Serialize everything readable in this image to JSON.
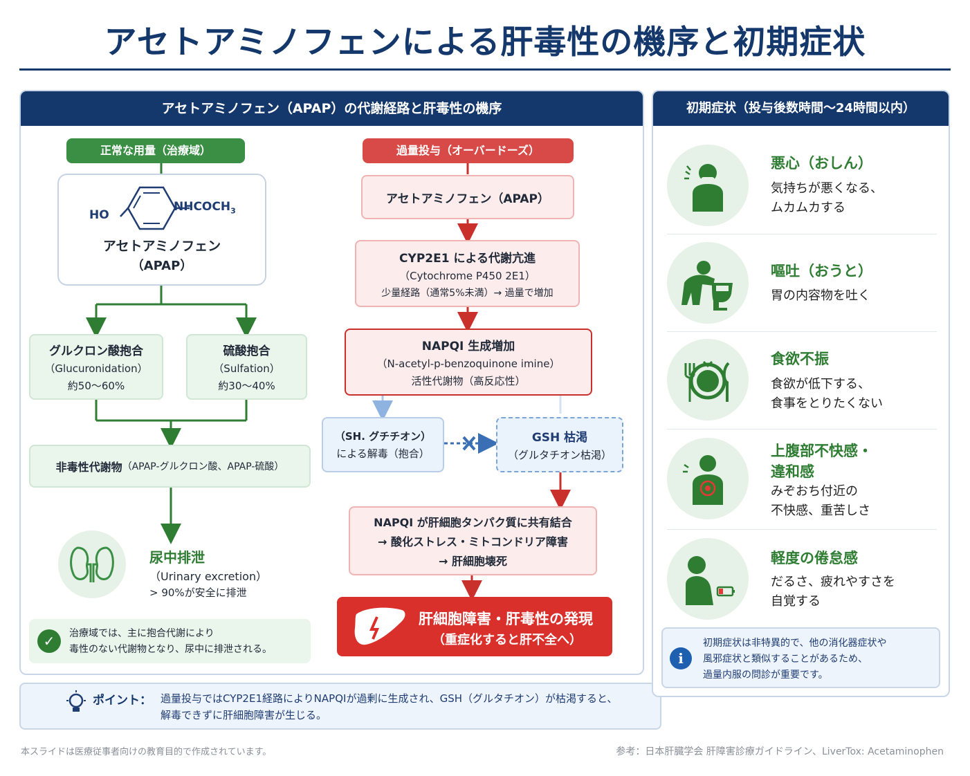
{
  "title": "アセトアミノフェンによる肝毒性の機序と初期症状",
  "left_panel": {
    "header": "アセトアミノフェン（APAP）の代謝経路と肝毒性の機序",
    "normal": {
      "label": "正常な用量（治療域）",
      "structure": {
        "ho": "HO",
        "group": "NHCOCH",
        "sub": "3"
      },
      "drug_name": "アセトアミノフェン",
      "drug_abbr": "（APAP）",
      "gluc": {
        "title": "グルクロン酸抱合",
        "en": "（Glucuronidation）",
        "pct": "約50〜60%"
      },
      "sulf": {
        "title": "硫酸抱合",
        "en": "（Sulfation）",
        "pct": "約30〜40%"
      },
      "nontoxic": {
        "title": "非毒性代謝物",
        "detail": "（APAP-グルクロン酸、APAP-硫酸）"
      },
      "urine": {
        "title": "尿中排泄",
        "en": "（Urinary excretion）",
        "pct": "> 90%が安全に排泄"
      },
      "note_line1": "治療域では、主に抱合代謝により",
      "note_line2": "毒性のない代謝物となり、尿中に排泄される。"
    },
    "overdose": {
      "label": "過量投与（オーバードーズ）",
      "apap": "アセトアミノフェン（APAP）",
      "cyp": {
        "title": "CYP2E1 による代謝亢進",
        "en": "（Cytochrome P450 2E1）",
        "note": "少量経路（通常5%未満）→ 過量で増加"
      },
      "napqi": {
        "title": "NAPQI 生成増加",
        "en": "（N-acetyl-p-benzoquinone imine）",
        "note": "活性代謝物（高反応性）"
      },
      "gsh_detox": {
        "line1": "（SH. グチチオン）",
        "line2": "による解毒（抱合）"
      },
      "gsh_depl": {
        "line1": "GSH 枯渇",
        "line2": "（グルタチオン枯渇）"
      },
      "binding": {
        "line1": "NAPQI が肝細胞タンパク質に共有結合",
        "line2": "→ 酸化ストレス・ミトコンドリア障害",
        "line3": "→ 肝細胞壊死"
      },
      "result": {
        "line1": "肝細胞障害・肝毒性の発現",
        "line2": "（重症化すると肝不全へ）"
      }
    }
  },
  "point": {
    "label": "ポイント：",
    "line1": "過量投与ではCYP2E1経路によりNAPQIが過剰に生成され、GSH（グルタチオン）が枯渇すると、",
    "line2": "解毒できずに肝細胞障害が生じる。"
  },
  "right_panel": {
    "header": "初期症状（投与後数時間〜24時間以内）",
    "symptoms": [
      {
        "title": "悪心（おしん）",
        "desc": "気持ちが悪くなる、\nムカムカする",
        "icon": "nausea-icon"
      },
      {
        "title": "嘔吐（おうと）",
        "desc": "胃の内容物を吐く",
        "icon": "vomit-icon"
      },
      {
        "title": "食欲不振",
        "desc": "食欲が低下する、\n食事をとりたくない",
        "icon": "plate-icon"
      },
      {
        "title": "上腹部不快感・\n違和感",
        "desc": "みぞおち付近の\n不快感、重苦しさ",
        "icon": "stomach-icon"
      },
      {
        "title": "軽度の倦怠感",
        "desc": "だるさ、疲れやすさを\n自覚する",
        "icon": "fatigue-icon"
      }
    ],
    "info": {
      "line1": "初期症状は非特異的で、他の消化器症状や",
      "line2": "風邪症状と類似することがあるため、",
      "line3": "過量内服の問診が重要です。"
    }
  },
  "footer": {
    "left": "本スライドは医療従事者向けの教育目的で作成されています。",
    "right": "参考：日本肝臓学会 肝障害診療ガイドライン、LiverTox: Acetaminophen"
  },
  "colors": {
    "navy": "#14386b",
    "green": "#2e7d32",
    "red": "#d32f2f",
    "blue": "#3a6fb5"
  }
}
